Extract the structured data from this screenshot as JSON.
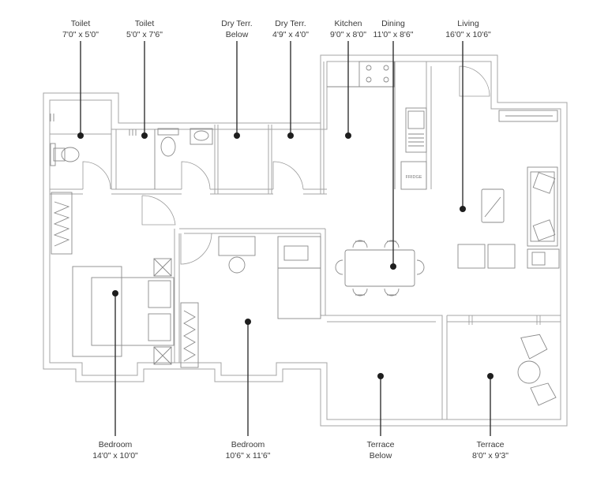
{
  "rooms": [
    {
      "name": "Toilet",
      "size": "7'0\" x 5'0\""
    },
    {
      "name": "Toilet",
      "size": "5'0\" x 7'6\""
    },
    {
      "name": "Dry Terr.",
      "size": "Below"
    },
    {
      "name": "Dry Terr.",
      "size": "4'9\" x 4'0\""
    },
    {
      "name": "Kitchen",
      "size": "9'0\" x 8'0\""
    },
    {
      "name": "Dining",
      "size": "11'0\" x 8'6\""
    },
    {
      "name": "Living",
      "size": "16'0\" x 10'6\""
    },
    {
      "name": "Bedroom",
      "size": "14'0\" x 10'0\""
    },
    {
      "name": "Bedroom",
      "size": "10'6\" x 11'6\""
    },
    {
      "name": "Terrace",
      "size": "Below"
    },
    {
      "name": "Terrace",
      "size": "8'0\" x 9'3\""
    }
  ],
  "fixtures": {
    "fridge": "FRIDGE"
  }
}
